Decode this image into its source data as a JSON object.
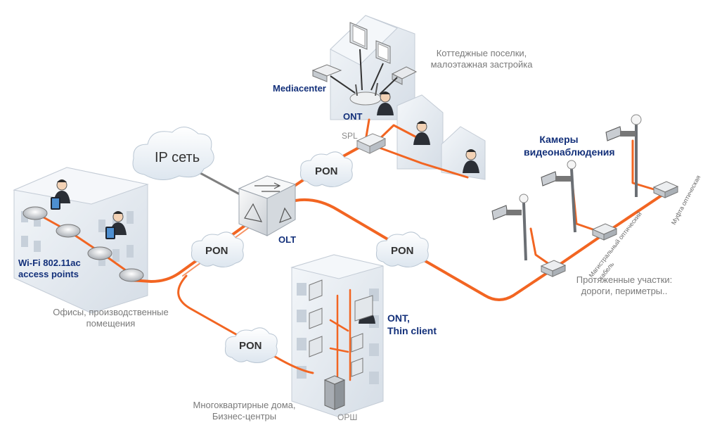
{
  "labels": {
    "ip_network": "IP сеть",
    "olt": "OLT",
    "pon": "PON",
    "spl": "SPL",
    "ont_top": "ONT",
    "mediacenter": "Mediacenter",
    "cottages_line1": "Коттеджные поселки,",
    "cottages_line2": "малоэтажная застройка",
    "cameras_line1": "Камеры",
    "cameras_line2": "видеонаблюдения",
    "wifi_line1": "Wi-Fi 802.11ac",
    "wifi_line2": "access points",
    "offices_line1": "Офисы, производственные",
    "offices_line2": "помещения",
    "ont_thin_line1": "ONT,",
    "ont_thin_line2": "Thin client",
    "apartments_line1": "Многоквартирные дома,",
    "apartments_line2": "Бизнес-центры",
    "orsh": "ОРШ",
    "extended_line1": "Протяженные участки:",
    "extended_line2": "дороги, периметры..",
    "trunk_cable_line1": "Магистральный оптический",
    "trunk_cable_line2": "кабель",
    "splice_closure": "Муфта оптическая"
  },
  "colors": {
    "fiber": "#f26522",
    "navy": "#13307a",
    "grey_text": "#7a7a7a",
    "building": "#e8edf3",
    "cloud": "#eef3f8"
  },
  "icons": [
    "cloud-icon",
    "olt-switch-icon",
    "splitter-icon",
    "router-icon",
    "user-icon",
    "tablet-icon",
    "monitor-icon",
    "phone-icon",
    "camera-icon",
    "streetlight-icon",
    "splice-box-icon",
    "cabinet-icon",
    "access-point-icon"
  ]
}
